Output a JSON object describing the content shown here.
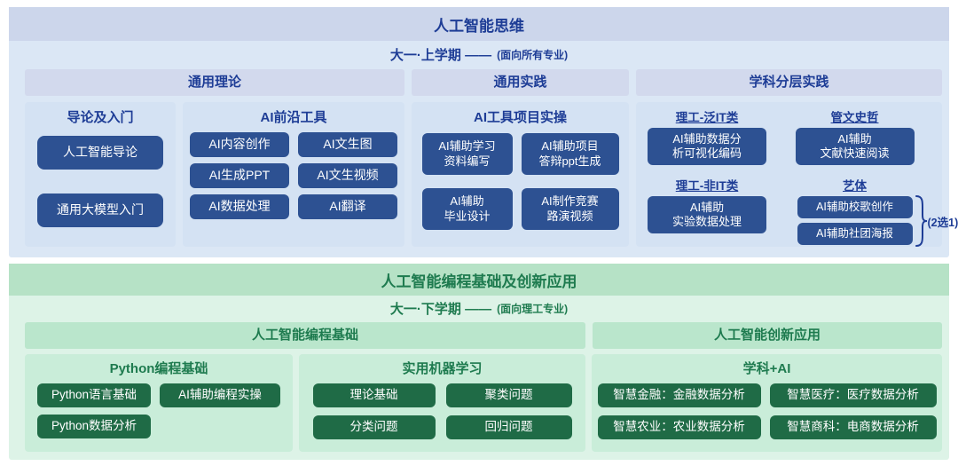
{
  "colors": {
    "blue_title_bar": "#ccd6eb",
    "blue_body": "#dbe7f5",
    "blue_subheader": "#d2d9ed",
    "blue_panel": "#d4e2f3",
    "blue_button": "#2d5192",
    "blue_text": "#1e3d96",
    "green_title_bar": "#b6e2c6",
    "green_body": "#ddf3e7",
    "green_subheader": "#bae6cc",
    "green_panel": "#c9edd9",
    "green_button": "#1f6b46",
    "green_text": "#1e7b4f",
    "button_text": "#ffffff"
  },
  "top": {
    "title": "人工智能思维",
    "semester": "大一·上学期 ——",
    "audience": "(面向所有专业)",
    "headers": [
      "通用理论",
      "通用实践",
      "学科分层实践"
    ],
    "intro": {
      "title": "导论及入门",
      "items": [
        "人工智能导论",
        "通用大模型入门"
      ]
    },
    "tools": {
      "title": "AI前沿工具",
      "items": [
        "AI内容创作",
        "AI文生图",
        "AI生成PPT",
        "AI文生视频",
        "AI数据处理",
        "AI翻译"
      ]
    },
    "practice": {
      "title": "AI工具项目实操",
      "items": [
        "AI辅助学习\n资料编写",
        "AI辅助项目\n答辩ppt生成",
        "AI辅助\n毕业设计",
        "AI制作竞赛\n路演视频"
      ]
    },
    "layered": {
      "groups": [
        {
          "label": "理工-泛IT类",
          "item": "AI辅助数据分\n析可视化编码"
        },
        {
          "label": "管文史哲",
          "item": "AI辅助\n文献快速阅读"
        },
        {
          "label": "理工-非IT类",
          "item": "AI辅助\n实验数据处理"
        },
        {
          "label": "艺体",
          "options": [
            "AI辅助校歌创作",
            "AI辅助社团海报"
          ],
          "note": "(2选1)"
        }
      ]
    }
  },
  "bottom": {
    "title": "人工智能编程基础及创新应用",
    "semester": "大一·下学期 ——",
    "audience": "(面向理工专业)",
    "headers": [
      "人工智能编程基础",
      "人工智能创新应用"
    ],
    "python": {
      "title": "Python编程基础",
      "items": [
        "Python语言基础",
        "AI辅助编程实操",
        "Python数据分析"
      ]
    },
    "ml": {
      "title": "实用机器学习",
      "items": [
        "理论基础",
        "聚类问题",
        "分类问题",
        "回归问题"
      ]
    },
    "subject_ai": {
      "title": "学科+AI",
      "items": [
        "智慧金融：金融数据分析",
        "智慧医疗：医疗数据分析",
        "智慧农业：农业数据分析",
        "智慧商科：电商数据分析"
      ]
    }
  }
}
